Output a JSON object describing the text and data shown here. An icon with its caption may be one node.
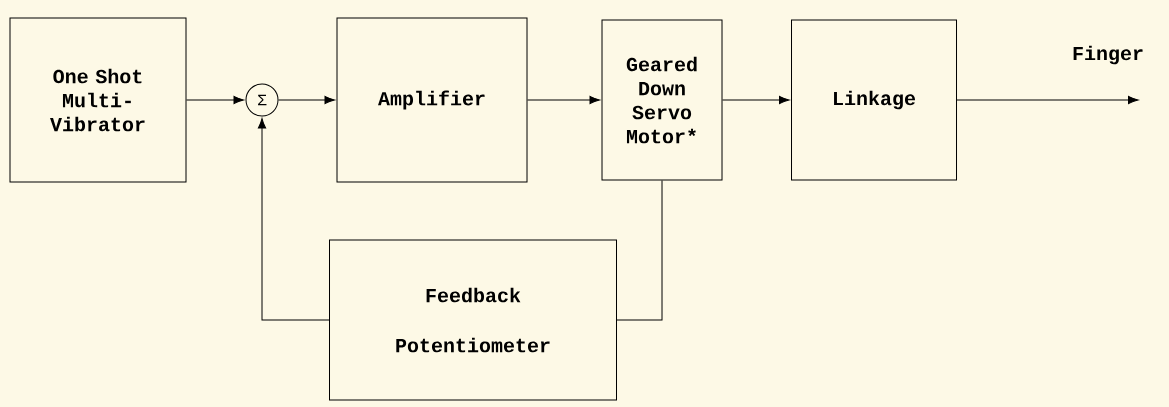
{
  "diagram": {
    "nodes": [
      {
        "text": [
          "One Shot Multi- Vibrator"
        ]
      },
      {
        "text": [
          "Σ"
        ]
      },
      {
        "text": [
          "Amplifier"
        ]
      },
      {
        "text": [
          "Geared Down Servo Motor*"
        ]
      },
      {
        "text": [
          "Linkage"
        ]
      },
      {
        "text": [
          "Feedback",
          "Potentiometer"
        ]
      }
    ],
    "edges": [
      {
        "from": 0,
        "to": 1,
        "arrow": "to"
      },
      {
        "from": 1,
        "to": 2,
        "arrow": "to"
      },
      {
        "from": 2,
        "to": 3,
        "arrow": "to"
      },
      {
        "from": 3,
        "to": 4,
        "arrow": "to"
      },
      {
        "from": 4,
        "to": null,
        "arrow": "to",
        "label": "Finger"
      },
      {
        "from": 3,
        "to": 5,
        "arrow": "none"
      },
      {
        "from": 5,
        "to": 1,
        "arrow": "to"
      }
    ]
  }
}
